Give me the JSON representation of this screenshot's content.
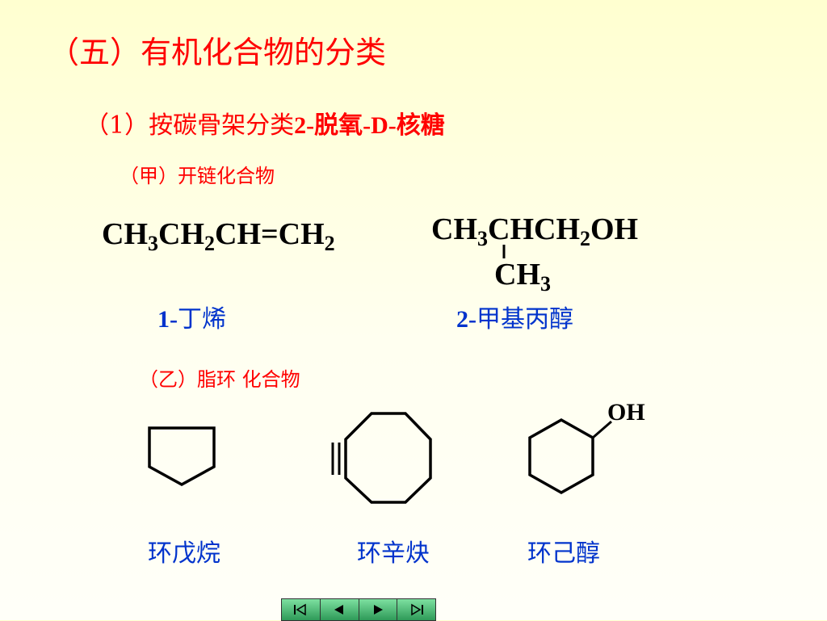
{
  "title": "（五）有机化合物的分类",
  "section1": {
    "prefix": "（1）按碳骨架分类",
    "name": "2-脱氧-D-核糖"
  },
  "open_chain": {
    "heading": "（甲）开链化合物",
    "compound1": {
      "formula_parts": [
        "CH",
        "3",
        "CH",
        "2",
        "CH=CH",
        "2"
      ],
      "name_num": "1-",
      "name_text": "丁烯"
    },
    "compound2": {
      "formula_parts": [
        "CH",
        "3",
        "CHCH",
        "2",
        "OH"
      ],
      "branch_parts": [
        "CH",
        "3"
      ],
      "name_num": "2-",
      "name_text": "甲基丙醇"
    }
  },
  "alicyclic": {
    "heading": "（乙）脂环  化合物",
    "names": [
      "环戊烷",
      "环辛炔",
      "环己醇"
    ],
    "oh_label": "OH"
  },
  "nav": {
    "buttons": [
      "first-icon",
      "prev-icon",
      "next-icon",
      "last-icon"
    ]
  }
}
